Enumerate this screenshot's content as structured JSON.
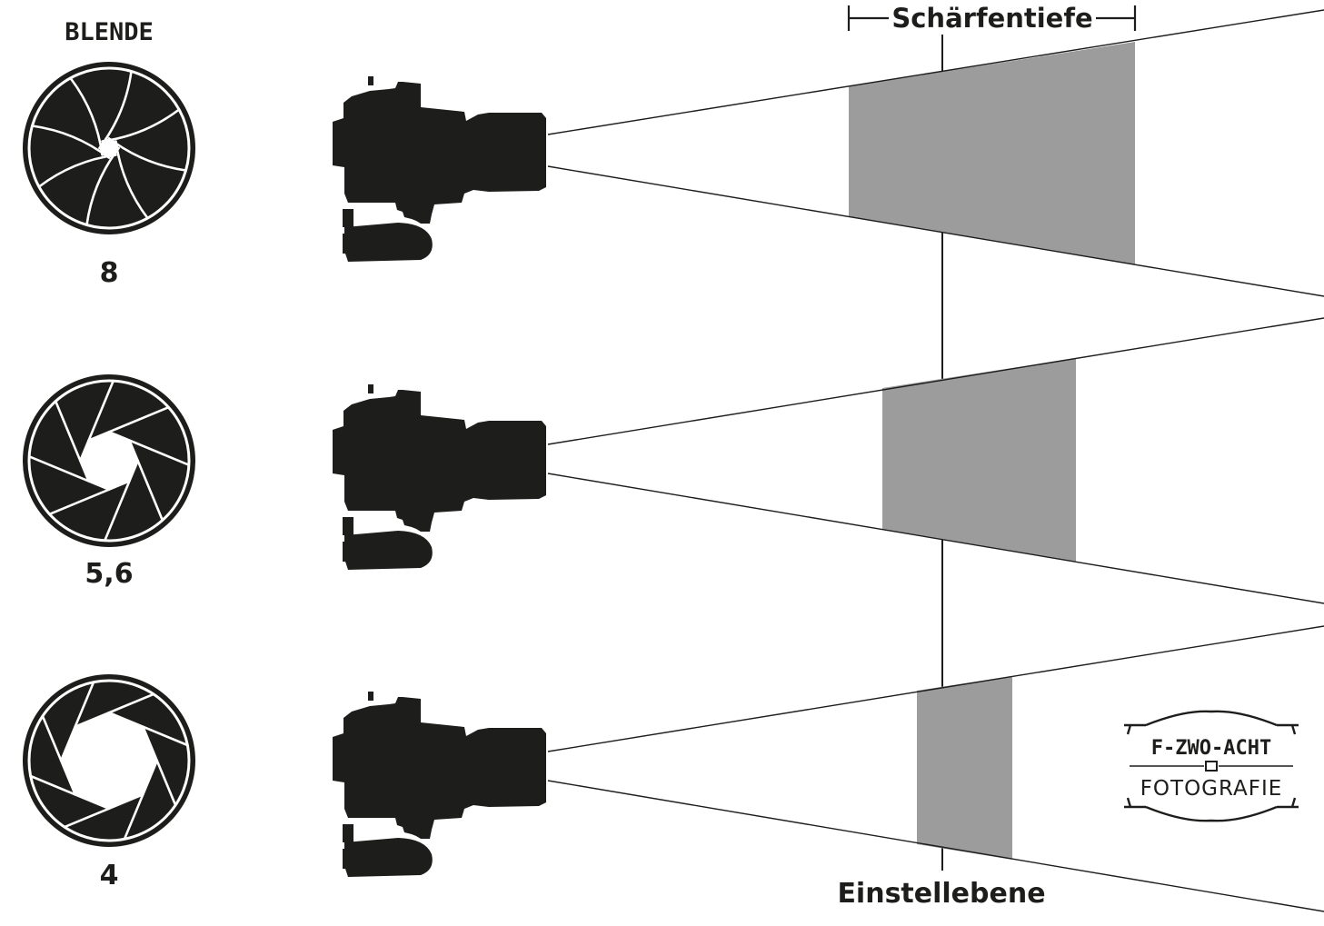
{
  "header": {
    "title": "BLENDE"
  },
  "rows": [
    {
      "aperture_label": "8",
      "opening": 0.12
    },
    {
      "aperture_label": "5,6",
      "opening": 0.36
    },
    {
      "aperture_label": "4",
      "opening": 0.6
    }
  ],
  "depth_of_field": {
    "label": "Schärfentiefe"
  },
  "focal_plane": {
    "label": "Einstellebene"
  },
  "logo": {
    "line1": "F-ZWO-ACHT",
    "line2": "FOTOGRAFIE"
  },
  "colors": {
    "ink": "#1d1d1b",
    "zone": "#9d9c9c",
    "background": "#ffffff"
  },
  "icons": {
    "aperture": "aperture-icon",
    "camera": "camera-silhouette-icon"
  }
}
